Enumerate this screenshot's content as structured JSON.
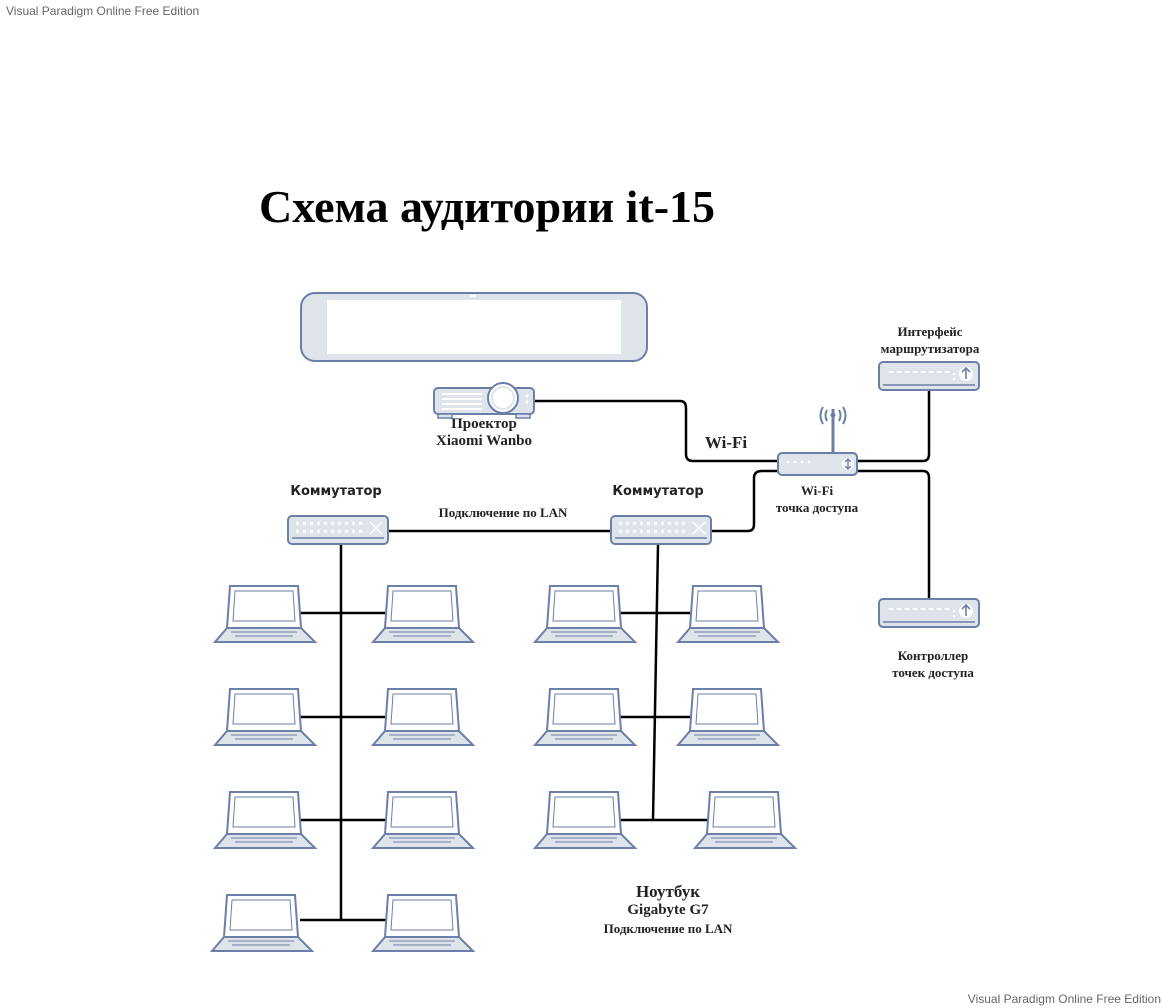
{
  "watermark": {
    "top": "Visual Paradigm Online Free Edition",
    "bottom": "Visual Paradigm Online Free Edition"
  },
  "title": "Схема аудитории it-15",
  "labels": {
    "projector": {
      "line1": "Проектор",
      "line2": "Xiaomi Wanbo"
    },
    "wifi_link": "Wi-Fi",
    "ap": {
      "line1": "Wi-Fi",
      "line2": "точка доступа"
    },
    "router_ui": {
      "line1": "Интерфейс",
      "line2": "маршрутизатора"
    },
    "controller": {
      "line1": "Контроллер",
      "line2": "точек доступа"
    },
    "switch_left": "Коммутатор",
    "switch_right": "Коммутатор",
    "lan_link": "Подключение по LAN",
    "laptop": {
      "line1": "Ноутбук",
      "line2": "Gigabyte G7",
      "line3": "Подключение по LAN"
    }
  },
  "colors": {
    "device_fill": "#dfe3ea",
    "device_stroke": "#6b7fa8",
    "line": "#000000"
  },
  "icons": [
    "screen",
    "projector",
    "wifi-router",
    "router",
    "network-switch",
    "laptop"
  ]
}
